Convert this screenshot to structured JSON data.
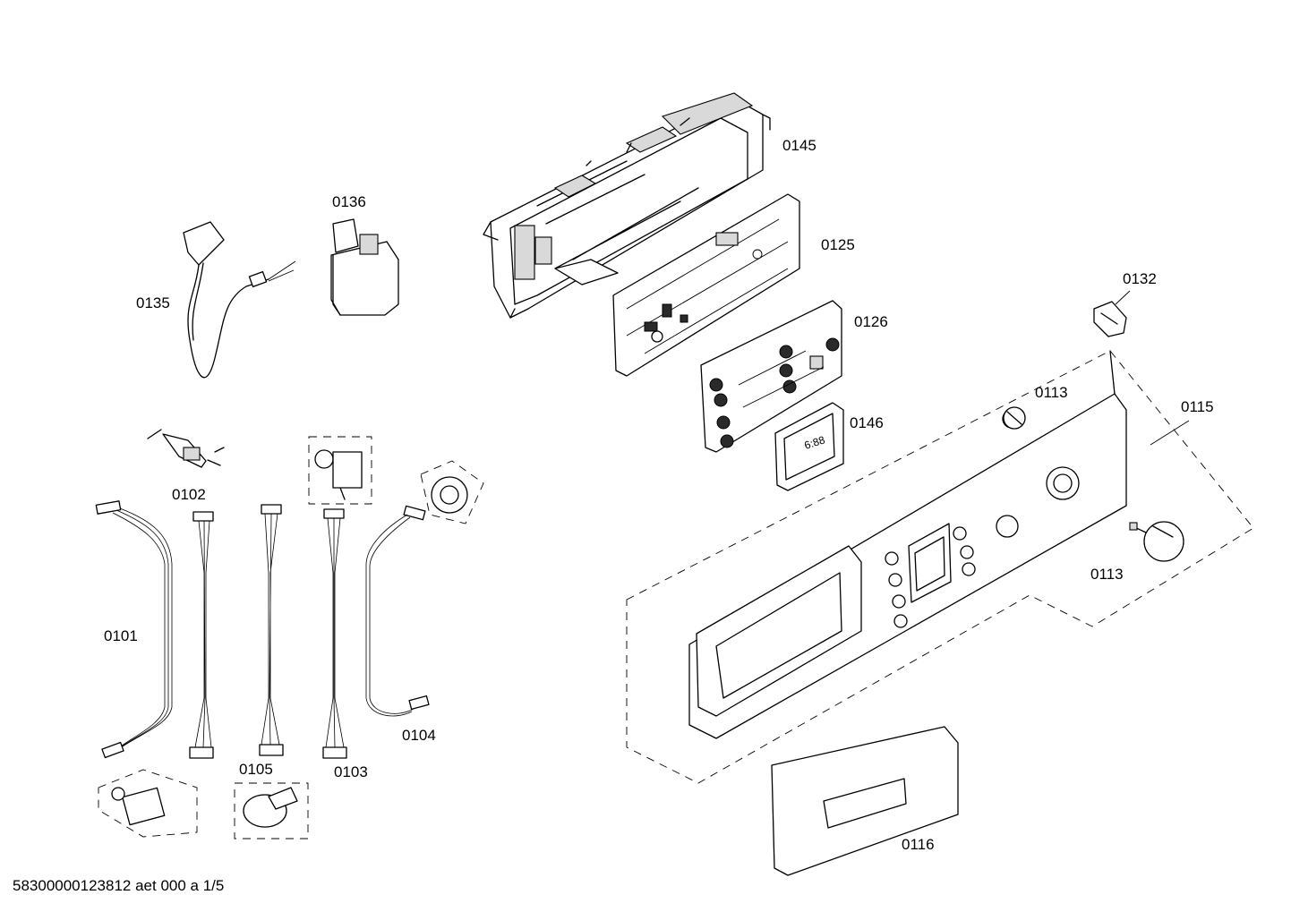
{
  "parts": [
    {
      "id": "0145",
      "label": "0145"
    },
    {
      "id": "0136",
      "label": "0136"
    },
    {
      "id": "0125",
      "label": "0125"
    },
    {
      "id": "0135",
      "label": "0135"
    },
    {
      "id": "0132",
      "label": "0132"
    },
    {
      "id": "0126",
      "label": "0126"
    },
    {
      "id": "0113a",
      "label": "0113"
    },
    {
      "id": "0115",
      "label": "0115"
    },
    {
      "id": "0146",
      "label": "0146"
    },
    {
      "id": "0102",
      "label": "0102"
    },
    {
      "id": "0113b",
      "label": "0113"
    },
    {
      "id": "0101",
      "label": "0101"
    },
    {
      "id": "0104",
      "label": "0104"
    },
    {
      "id": "0105",
      "label": "0105"
    },
    {
      "id": "0103",
      "label": "0103"
    },
    {
      "id": "0116",
      "label": "0116"
    }
  ],
  "display_text": "6:88",
  "document_id": "58300000123812 aet 000 a 1/5"
}
